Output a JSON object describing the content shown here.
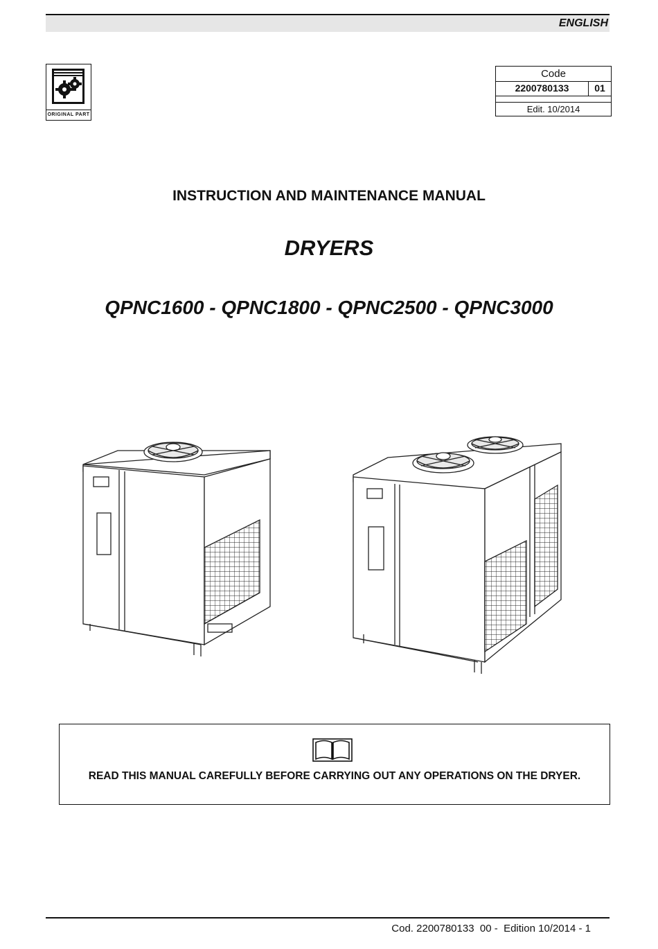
{
  "header": {
    "language": "ENGLISH"
  },
  "logo": {
    "caption": "ORIGINAL PART",
    "icon": "gears-icon"
  },
  "code_box": {
    "label": "Code",
    "code": "2200780133",
    "revision": "01",
    "edition": "Edit. 10/2014"
  },
  "titles": {
    "manual": "INSTRUCTION AND MAINTENANCE MANUAL",
    "product": "DRYERS",
    "models": "QPNC1600 - QPNC1800 - QPNC2500 - QPNC3000"
  },
  "illustration": {
    "icon": "dryer-units-drawing"
  },
  "notice": {
    "icon": "open-book-icon",
    "text": "READ THIS MANUAL CAREFULLY BEFORE CARRYING OUT ANY OPERATIONS ON THE DRYER."
  },
  "footer": {
    "text": "Cod. 2200780133  00 -  Edition 10/2014 - 1"
  }
}
